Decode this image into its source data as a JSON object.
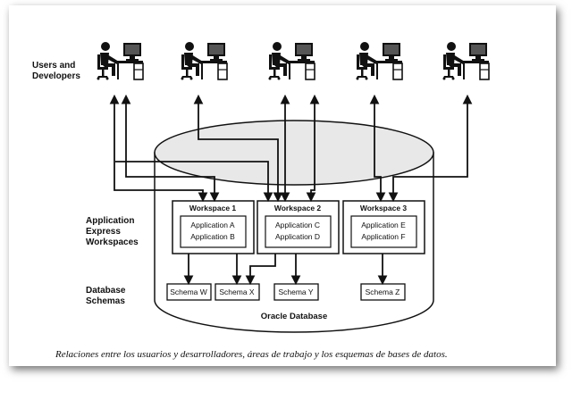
{
  "labels": {
    "users": [
      "Users and",
      "Developers"
    ],
    "workspaces": [
      "Application",
      "Express",
      "Workspaces"
    ],
    "schemas": [
      "Database",
      "Schemas"
    ],
    "database": "Oracle Database"
  },
  "workspaces": [
    {
      "title": "Workspace 1",
      "apps": [
        "Application A",
        "Application B"
      ]
    },
    {
      "title": "Workspace 2",
      "apps": [
        "Application C",
        "Application D"
      ]
    },
    {
      "title": "Workspace 3",
      "apps": [
        "Application E",
        "Application F"
      ]
    }
  ],
  "schemas": [
    "Schema W",
    "Schema X",
    "Schema Y",
    "Schema Z"
  ],
  "icons": [
    "user-at-workstation-icon",
    "user-at-workstation-icon",
    "user-at-workstation-icon",
    "user-at-workstation-icon",
    "user-at-workstation-icon"
  ],
  "caption": "Relaciones entre los usuarios y desarrolladores, áreas de trabajo y los esquemas de bases de datos.",
  "colors": {
    "line": "#111111",
    "cylinder": "#e8e8e8",
    "box": "#ffffff"
  }
}
